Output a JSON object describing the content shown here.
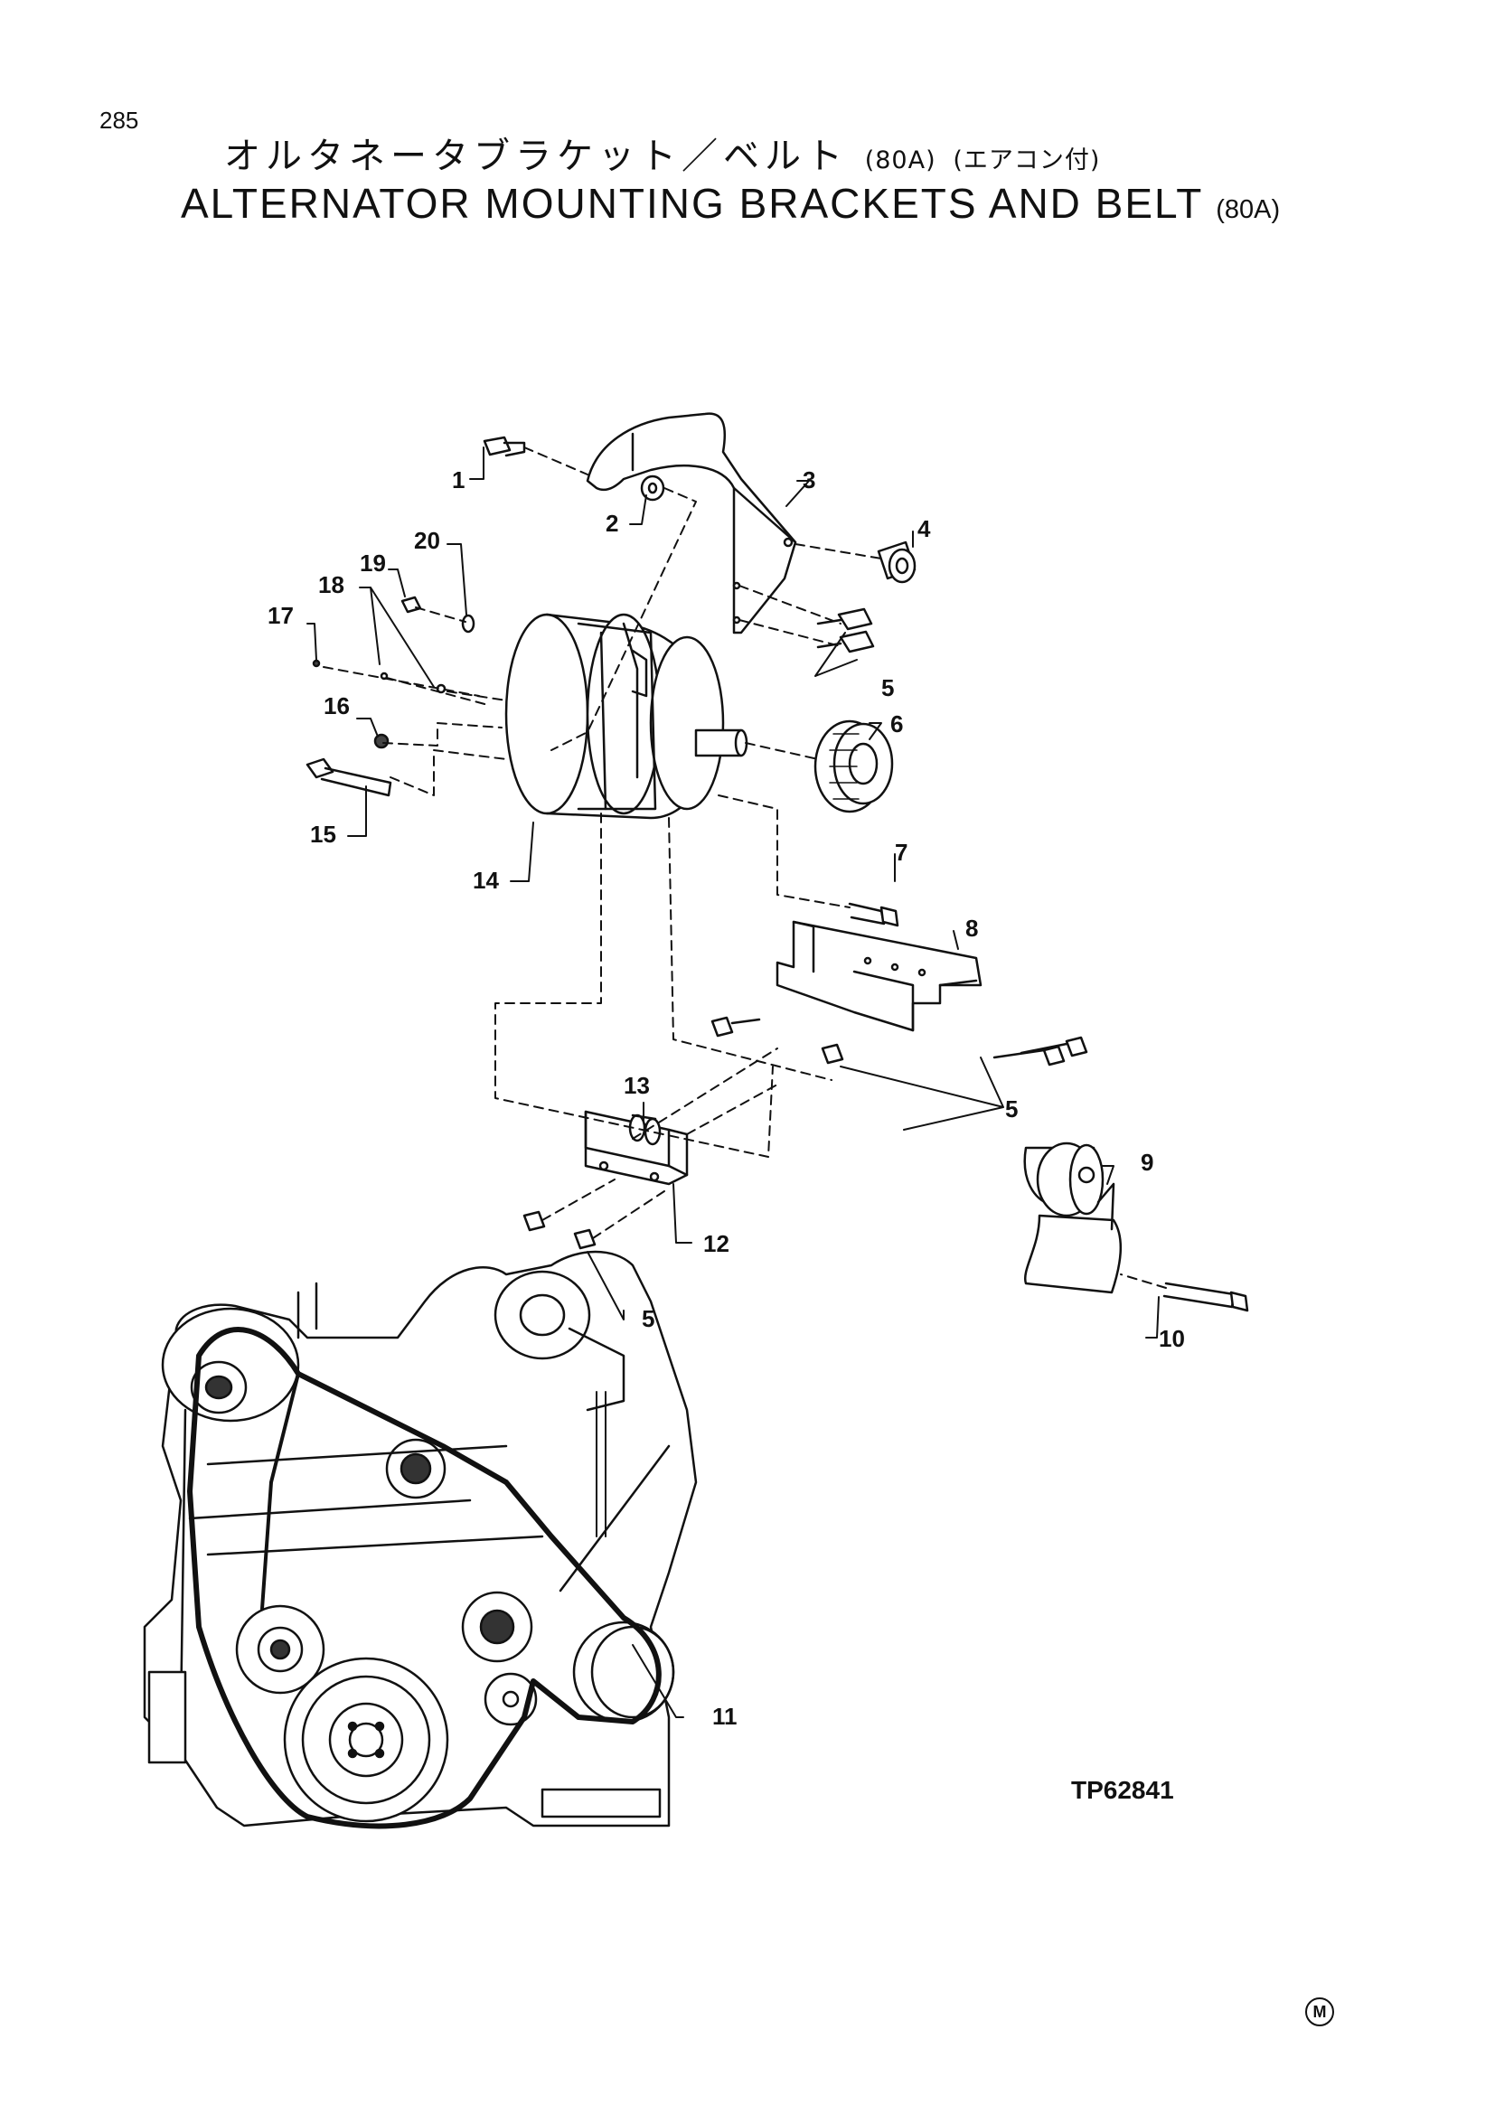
{
  "page": {
    "number": "285",
    "title_jp": "オルタネータブラケット／ベルト",
    "title_jp_rating": "(80A)",
    "title_jp_note": "(エアコン付)",
    "title_en": "ALTERNATOR MOUNTING BRACKETS AND BELT",
    "title_en_rating": "(80A)"
  },
  "diagram": {
    "reference": "TP62841",
    "callouts": [
      "1",
      "2",
      "3",
      "4",
      "5",
      "6",
      "7",
      "8",
      "9",
      "10",
      "11",
      "12",
      "13",
      "14",
      "15",
      "16",
      "17",
      "18",
      "19",
      "20"
    ],
    "mark": "M"
  }
}
